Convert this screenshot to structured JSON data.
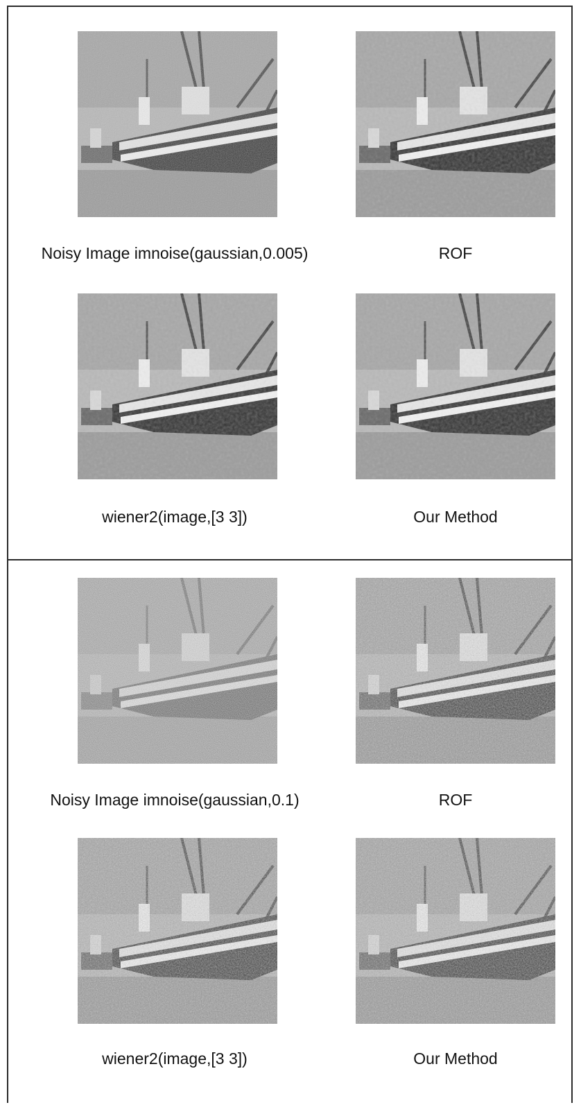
{
  "panels": [
    {
      "noisy_caption": "Noisy Image imnoise(gaussian,0.005)",
      "rof_caption": "ROF",
      "wiener_caption": "wiener2(image,[3 3])",
      "ours_caption": "Our Method"
    },
    {
      "noisy_caption": "Noisy Image imnoise(gaussian,0.1)",
      "rof_caption": "ROF",
      "wiener_caption": "wiener2(image,[3 3])",
      "ours_caption": "Our Method"
    }
  ]
}
